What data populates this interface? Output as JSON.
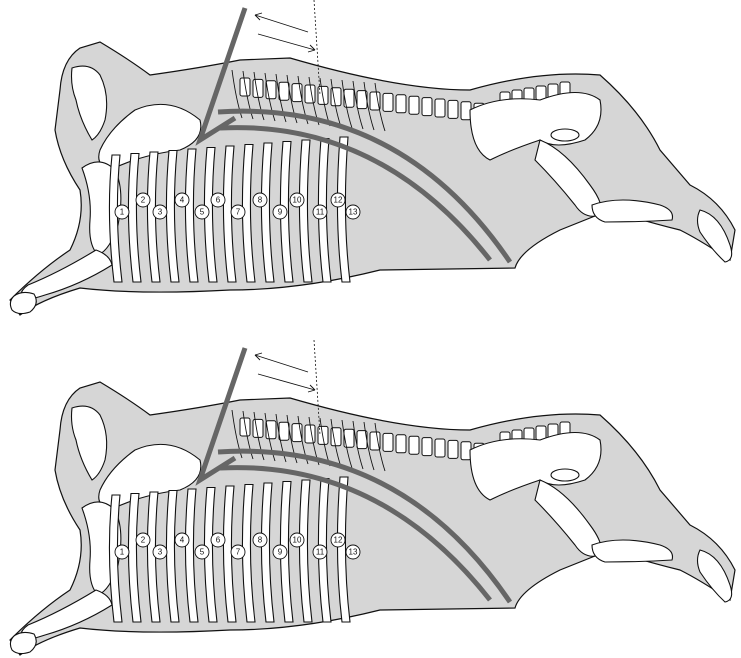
{
  "panels": [
    {
      "rib_labels": [
        "1",
        "2",
        "3",
        "4",
        "5",
        "6",
        "7",
        "8",
        "9",
        "10",
        "11",
        "12",
        "13"
      ]
    },
    {
      "rib_labels": [
        "1",
        "2",
        "3",
        "4",
        "5",
        "6",
        "7",
        "8",
        "9",
        "10",
        "11",
        "12",
        "13"
      ]
    }
  ]
}
